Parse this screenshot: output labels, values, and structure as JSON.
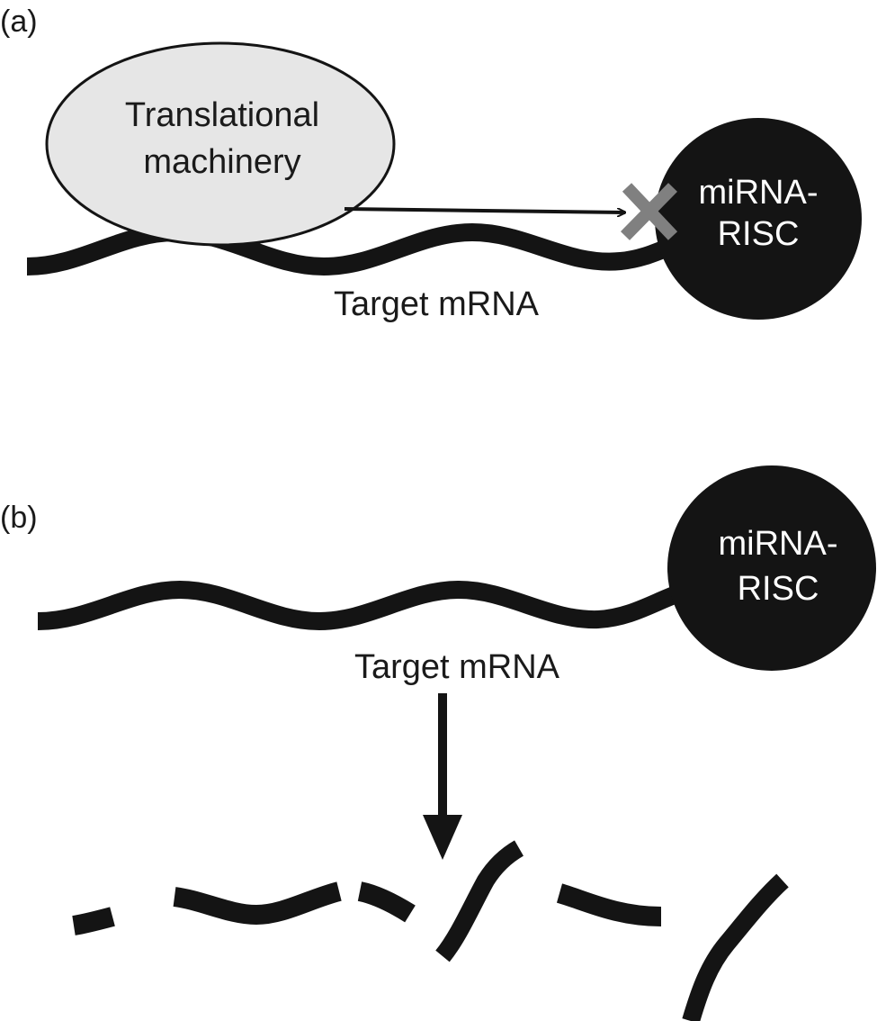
{
  "panel_a": {
    "label": "(a)",
    "machinery_line1": "Translational",
    "machinery_line2": "machinery",
    "risc_line1": "miRNA-",
    "risc_line2": "RISC",
    "mrna_label": "Target mRNA"
  },
  "panel_b": {
    "label": "(b)",
    "risc_line1": "miRNA-",
    "risc_line2": "RISC",
    "mrna_label": "Target mRNA"
  },
  "colors": {
    "ellipse_fill": "#e6e6e6",
    "risc_fill": "#141414",
    "block_mark": "#808080",
    "strand": "#141414"
  }
}
